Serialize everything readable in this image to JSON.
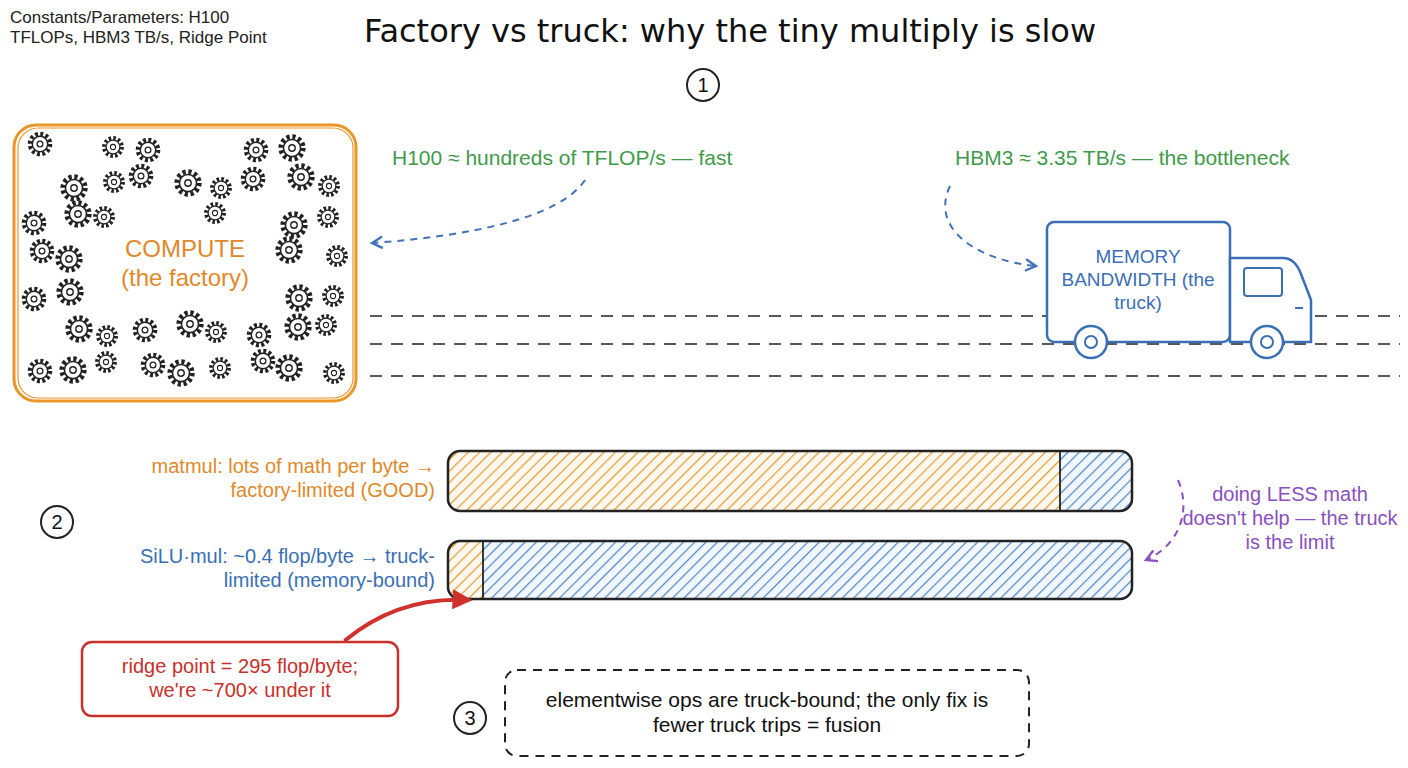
{
  "diagram": {
    "title": "Factory vs truck: why the tiny multiply is slow",
    "nodes": [
      {
        "text": [
          "COMPUTE (the factory)"
        ]
      },
      {
        "text": [
          "MEMORY BANDWIDTH (the truck)"
        ]
      },
      {
        "text": [
          "matmul: lots of math per byte → factory-limited (GOOD)"
        ]
      },
      {
        "text": [
          "SiLU·mul: ~0.4 flop/byte → truck-limited (memory-bound)"
        ]
      },
      {
        "text": [
          "ridge point = 295 flop/byte; we're ~700× under it"
        ]
      },
      {
        "text": [
          "elementwise ops are truck-bound; the only fix is fewer truck trips = fusion"
        ]
      }
    ],
    "edges": [
      {
        "from": 4,
        "to": 3,
        "arrow": "to"
      }
    ],
    "labels": [
      "Constants/Parameters: H100 TFLOPs, HBM3 TB/s, Ridge Point",
      "1",
      "H100 ≈ hundreds of TFLOP/s — fast",
      "HBM3 ≈ 3.35 TB/s — the bottleneck",
      "2",
      "doing LESS math doesn't help — the truck is the limit",
      "3"
    ]
  }
}
